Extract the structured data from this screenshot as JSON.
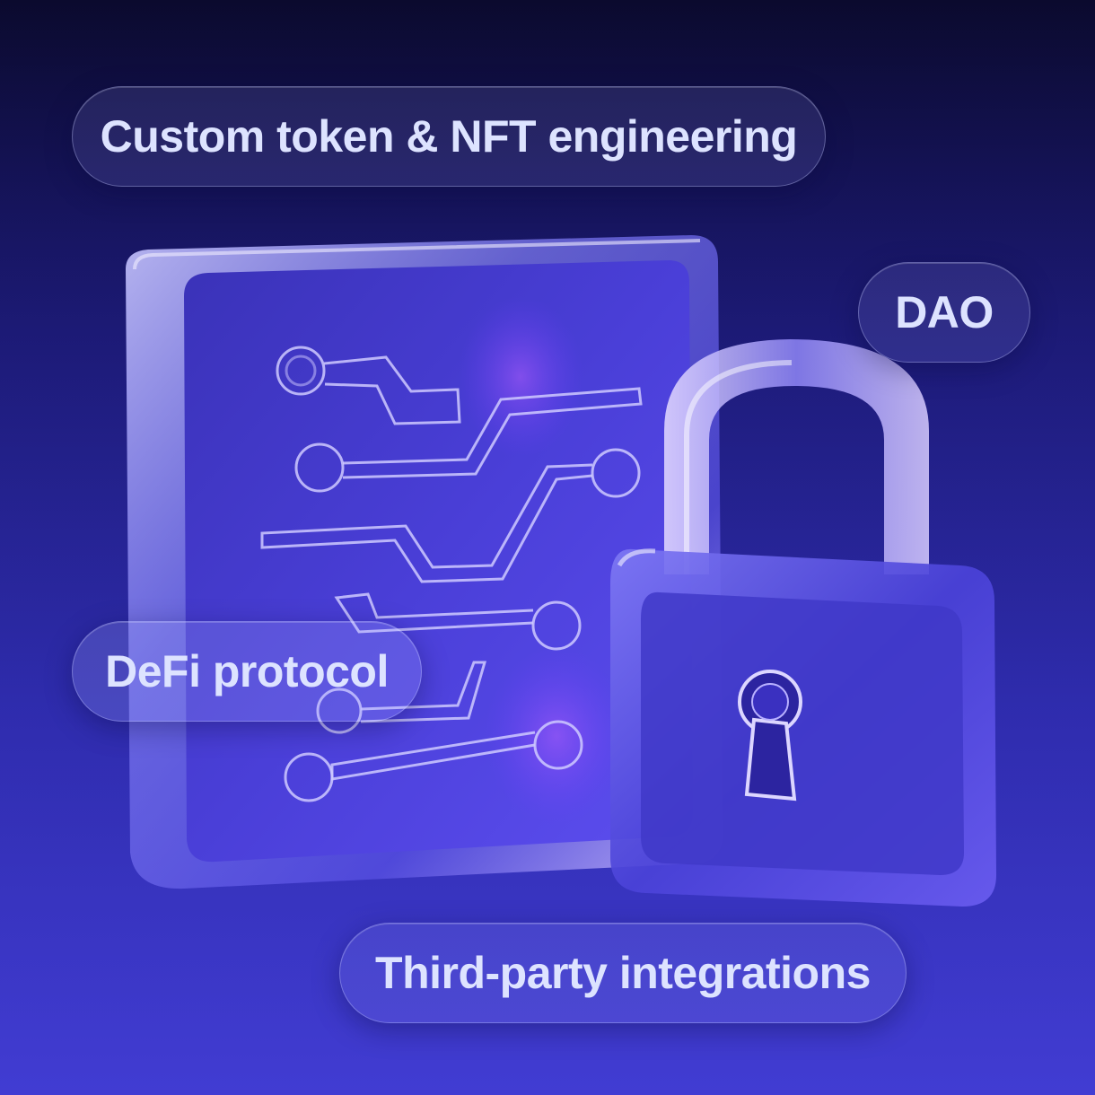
{
  "labels": {
    "custom_token": "Custom token & NFT engineering",
    "dao": "DAO",
    "defi": "DeFi protocol",
    "integrations": "Third-party integrations"
  },
  "colors": {
    "background_top": "#0b0a2e",
    "background_bottom": "#3a36c8",
    "glass_tint": "#6a6cff",
    "label_text": "#dde3ff"
  },
  "icons": {
    "board": "circuit-board-icon",
    "lock": "padlock-icon"
  }
}
